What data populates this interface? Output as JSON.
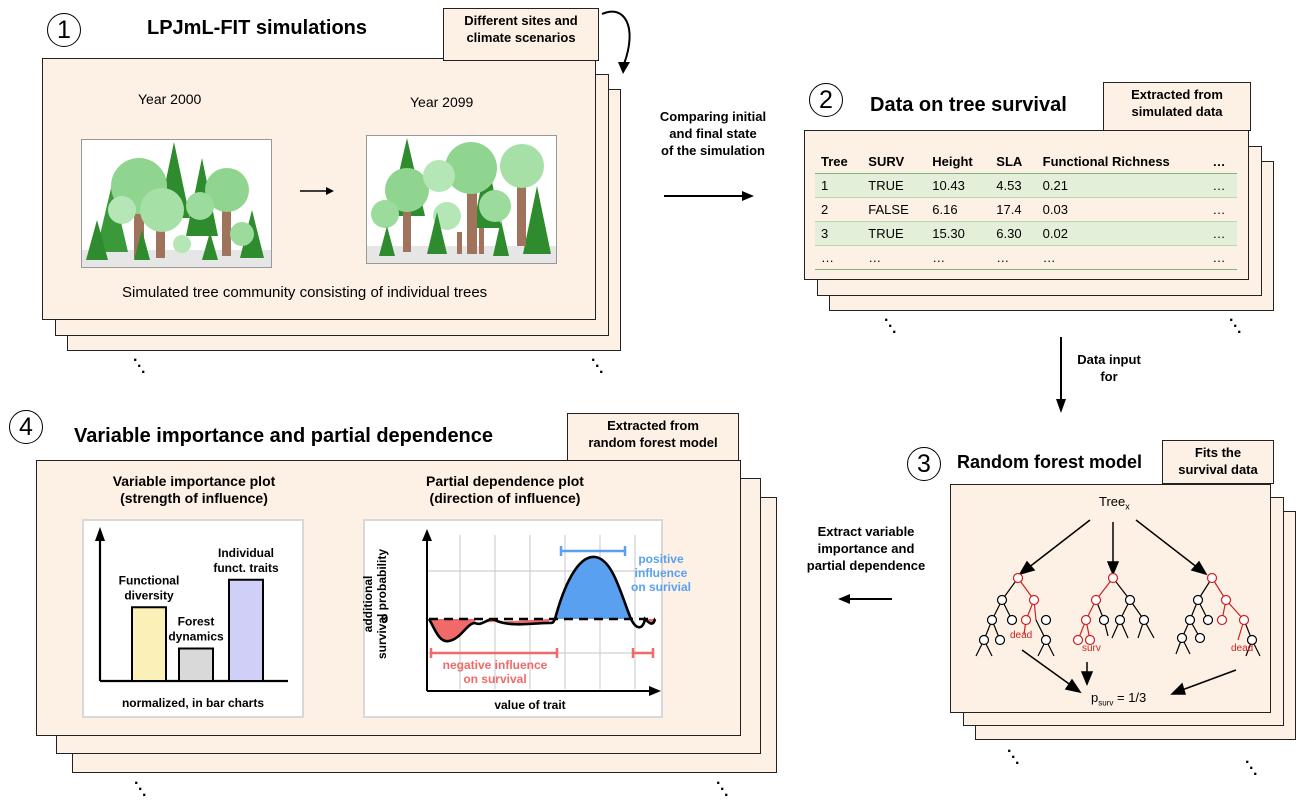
{
  "step1": {
    "number": "1",
    "title": "LPJmL-FIT simulations",
    "note": [
      "Different sites and",
      "climate scenarios"
    ],
    "year_start": "Year 2000",
    "year_end": "Year 2099",
    "caption": "Simulated tree community consisting of individual trees"
  },
  "connector_1_2": [
    "Comparing initial",
    "and final state",
    "of the simulation"
  ],
  "step2": {
    "number": "2",
    "title": "Data on tree survival",
    "note": [
      "Extracted from",
      "simulated data"
    ],
    "table": {
      "headers": [
        "Tree",
        "SURV",
        "Height",
        "SLA",
        "Functional Richness",
        "…"
      ],
      "rows": [
        [
          "1",
          "TRUE",
          "10.43",
          "4.53",
          "0.21",
          "…"
        ],
        [
          "2",
          "FALSE",
          "6.16",
          "17.4",
          "0.03",
          "…"
        ],
        [
          "3",
          "TRUE",
          "15.30",
          "6.30",
          "0.02",
          "…"
        ],
        [
          "…",
          "…",
          "…",
          "…",
          "…",
          "…"
        ]
      ]
    }
  },
  "connector_2_3": [
    "Data input",
    "for"
  ],
  "step3": {
    "number": "3",
    "title": "Random forest model",
    "note": [
      "Fits the",
      "survival data"
    ],
    "root_label": "Tree",
    "root_sub": "x",
    "leaf_dead": "dead",
    "leaf_surv": "surv",
    "result": "p",
    "result_sub": "surv",
    "result_value": "= 1/3"
  },
  "connector_3_4": [
    "Extract variable",
    "importance and",
    "partial dependence"
  ],
  "step4": {
    "number": "4",
    "title": "Variable importance and partial dependence",
    "note": [
      "Extracted from",
      "random forest model"
    ],
    "vip_title": [
      "Variable importance plot",
      "(strength of influence)"
    ],
    "vip_footer": "normalized, in bar charts",
    "pdp_title": [
      "Partial dependence plot",
      "(direction of influence)"
    ],
    "pdp_xlabel": "value of trait",
    "pdp_ylabel": [
      "additional",
      "survival probability"
    ],
    "pdp_zero": "0",
    "positive_label": [
      "positive",
      "influence",
      "on surivial"
    ],
    "negative_label": [
      "negative influence",
      "on survival"
    ]
  },
  "chart_data": {
    "type": "bar",
    "categories": [
      "Functional diversity",
      "Forest dynamics",
      "Individual funct. traits"
    ],
    "category_lines": [
      [
        "Functional",
        "diversity"
      ],
      [
        "Forest",
        "dynamics"
      ],
      [
        "Individual",
        "funct. traits"
      ]
    ],
    "values": [
      0.59,
      0.26,
      0.81
    ],
    "colors": [
      "#fbf0b8",
      "#d9d9d9",
      "#cfcff7"
    ],
    "title": "",
    "xlabel": "",
    "ylabel": "",
    "ylim": [
      0,
      1
    ]
  },
  "colors": {
    "card": "#fdf0e4",
    "tree_green": "#2e8b2e",
    "crown_light": "#8fd48f",
    "trunk": "#a0735c",
    "red": "#d11f1f",
    "positive": "#5aa0f0",
    "negative": "#f06a6a"
  }
}
